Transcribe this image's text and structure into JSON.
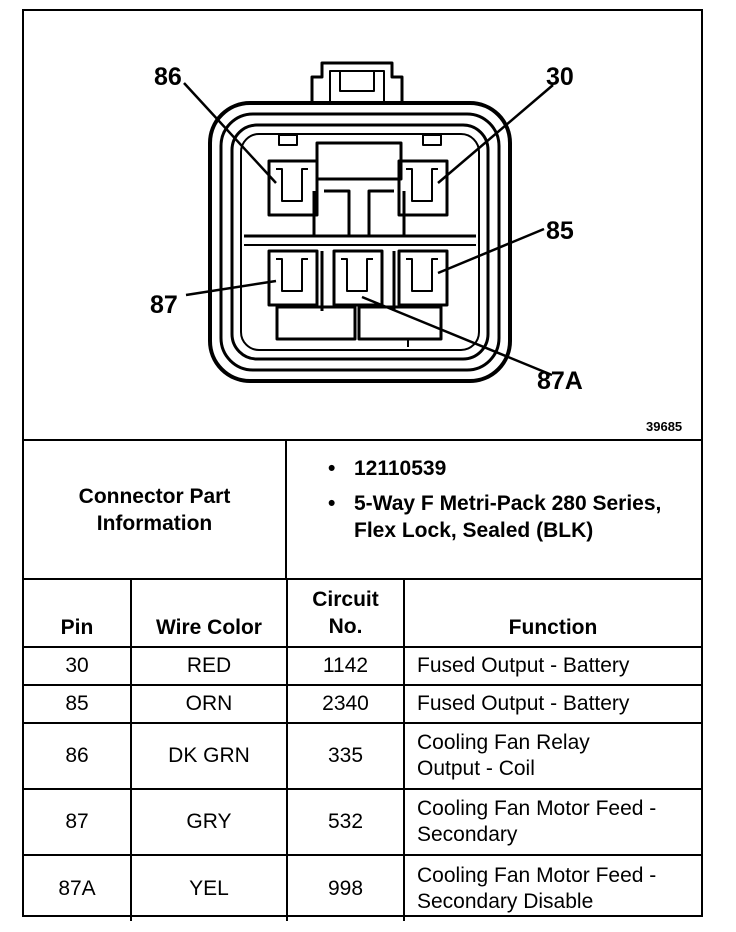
{
  "diagram": {
    "pin_labels": [
      "86",
      "30",
      "85",
      "87",
      "87A"
    ],
    "figure_number": "39685"
  },
  "connector_info": {
    "label": "Connector Part Information",
    "items": [
      "12110539",
      "5-Way F Metri-Pack 280 Series, Flex Lock, Sealed (BLK)"
    ],
    "bullet": "•"
  },
  "pin_table": {
    "headers": [
      "Pin",
      "Wire Color",
      "Circuit No.",
      "Function"
    ],
    "rows": [
      {
        "pin": "30",
        "color": "RED",
        "circuit": "1142",
        "function": "Fused Output - Battery"
      },
      {
        "pin": "85",
        "color": "ORN",
        "circuit": "2340",
        "function": "Fused Output - Battery"
      },
      {
        "pin": "86",
        "color": "DK GRN",
        "circuit": "335",
        "function": "Cooling Fan Relay Output - Coil"
      },
      {
        "pin": "87",
        "color": "GRY",
        "circuit": "532",
        "function": "Cooling Fan Motor Feed - Secondary"
      },
      {
        "pin": "87A",
        "color": "YEL",
        "circuit": "998",
        "function": "Cooling Fan Motor Feed - Secondary Disable"
      }
    ]
  }
}
